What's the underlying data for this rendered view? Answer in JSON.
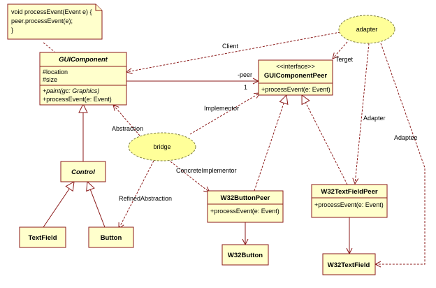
{
  "note": {
    "lines": [
      "void processEvent(Event e) {",
      "   peer.processEvent(e);",
      "}"
    ]
  },
  "classes": {
    "gui_component": {
      "name": "GUIComponent",
      "attributes": [
        "#location",
        "#size"
      ],
      "operations": [
        "+paint(gc: Graphics)",
        "+processEvent(e: Event)"
      ]
    },
    "gui_component_peer": {
      "stereotype": "<<interface>>",
      "name": "GUIComponentPeer",
      "operations": [
        "+processEvent(e: Event)"
      ]
    },
    "control": {
      "name": "Control"
    },
    "text_field": {
      "name": "TextField"
    },
    "button": {
      "name": "Button"
    },
    "w32_button_peer": {
      "name": "W32ButtonPeer",
      "operations": [
        "+processEvent(e: Event)"
      ]
    },
    "w32_text_field_peer": {
      "name": "W32TextFieldPeer",
      "operations": [
        "+processEvent(e: Event)"
      ]
    },
    "w32_button": {
      "name": "W32Button"
    },
    "w32_text_field": {
      "name": "W32TextField"
    }
  },
  "collaborations": {
    "adapter": "adapter",
    "bridge": "bridge"
  },
  "labels": {
    "client": "Client",
    "peer_role": "-peer",
    "multiplicity": "1",
    "target": "Terget",
    "implementor": "Implementor",
    "abstraction": "Abstraction",
    "concrete_implementor": "ConcreteImplementor",
    "refined_abstraction": "RefinedAbstraction",
    "adapter_role": "Adapter",
    "adaptee_role": "Adaptee"
  },
  "colors": {
    "class_fill": "#ffffcc",
    "line": "#8b1a1a",
    "collaboration_fill": "#ffff99"
  }
}
